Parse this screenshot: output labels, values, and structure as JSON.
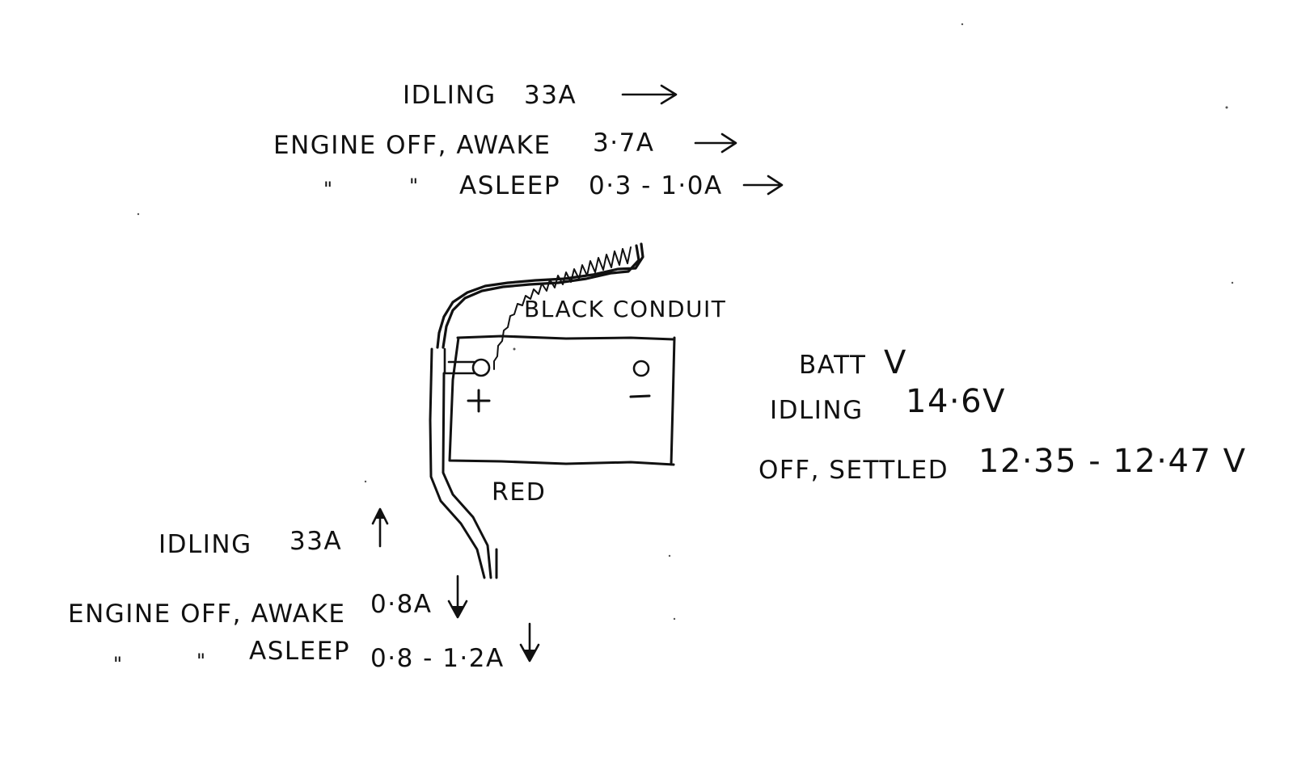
{
  "top_notes": {
    "idling": "IDLING",
    "idling_current": "33A",
    "engine_off_awake": "ENGINE OFF, AWAKE",
    "engine_off_awake_current": "3·7A",
    "asleep": "ASLEEP",
    "asleep_current": "0·3 - 1·0A"
  },
  "bottom_notes": {
    "idling": "IDLING",
    "idling_current": "33A",
    "engine_off_awake": "ENGINE OFF, AWAKE",
    "engine_off_awake_current": "0·8A",
    "asleep": "ASLEEP",
    "asleep_current": "0·8 - 1·2A"
  },
  "ditto_mark": "\"",
  "battery": {
    "conduit_label": "BLACK CONDUIT",
    "positive_terminal": "O",
    "negative_terminal": "O",
    "positive_sign": "+",
    "negative_sign": "−",
    "red_wire_label": "RED"
  },
  "voltage_notes": {
    "heading": "BATT",
    "heading_unit": "V",
    "idling": "IDLING",
    "idling_voltage": "14·6V",
    "off_settled": "OFF, SETTLED",
    "off_settled_voltage": "12·35 - 12·47 V"
  }
}
